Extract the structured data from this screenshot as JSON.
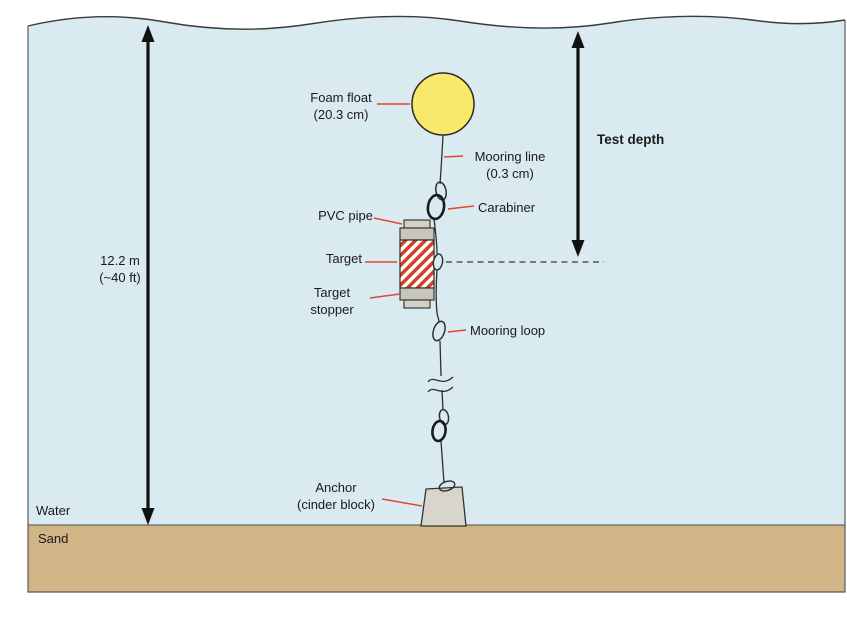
{
  "scene": {
    "water_label": "Water",
    "sand_label": "Sand"
  },
  "measurements": {
    "total_depth": "12.2 m\n(~40 ft)",
    "test_depth_label": "Test depth"
  },
  "components": {
    "foam_float": "Foam float\n(20.3 cm)",
    "mooring_line": "Mooring line\n(0.3 cm)",
    "carabiner": "Carabiner",
    "pvc_pipe": "PVC pipe",
    "target": "Target",
    "target_stopper": "Target\nstopper",
    "mooring_loop": "Mooring loop",
    "anchor": "Anchor\n(cinder block)"
  },
  "colors": {
    "water": "#d9ebf1",
    "sand": "#d2b587",
    "foam_float": "#f7e96a",
    "target_stripes": "#cf4228",
    "leader_lines": "#e0482e",
    "hardware": "#d3d0c8"
  }
}
